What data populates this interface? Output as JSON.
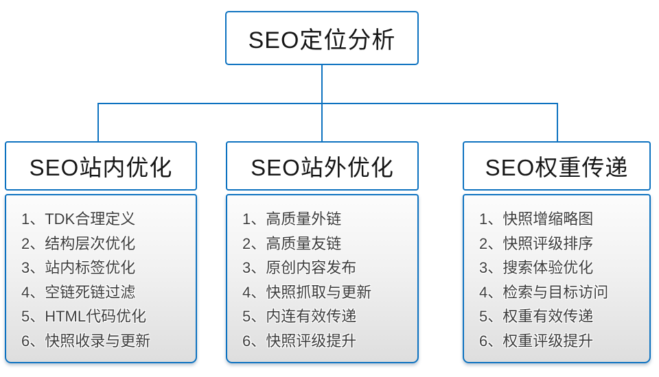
{
  "diagram": {
    "root_title": "SEO定位分析",
    "branches": [
      {
        "title": "SEO站内优化",
        "items": [
          "1、TDK合理定义",
          "2、结构层次优化",
          "3、站内标签优化",
          "4、空链死链过滤",
          "5、HTML代码优化",
          "6、快照收录与更新"
        ]
      },
      {
        "title": "SEO站外优化",
        "items": [
          "1、高质量外链",
          "2、高质量友链",
          "3、原创内容发布",
          "4、快照抓取与更新",
          "5、内连有效传递",
          "6、快照评级提升"
        ]
      },
      {
        "title": "SEO权重传递",
        "items": [
          "1、快照增缩略图",
          "2、快照评级排序",
          "3、搜索体验优化",
          "4、检索与目标访问",
          "5、权重有效传递",
          "6、权重评级提升"
        ]
      }
    ],
    "colors": {
      "connector_blue": "#0d72c0",
      "item_text": "#3d3d3d",
      "title_text": "#161616"
    }
  }
}
